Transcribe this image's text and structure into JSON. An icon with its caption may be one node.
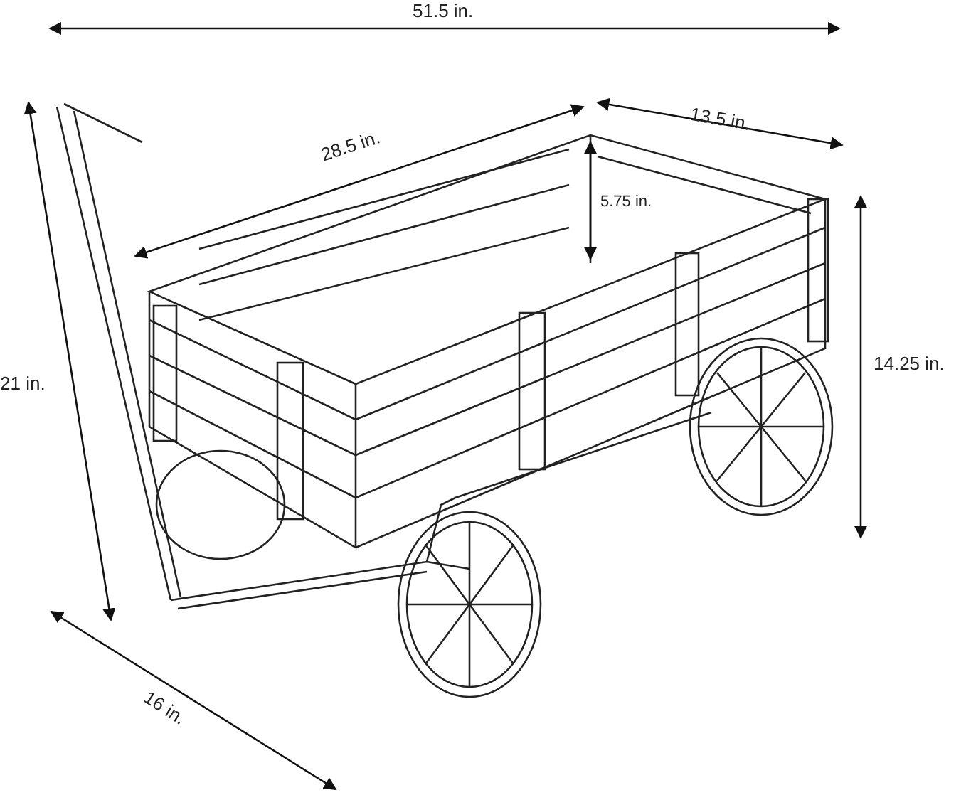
{
  "diagram": {
    "labels": [
      "51.5 in.",
      "13.5 in.",
      "28.5 in.",
      "5.75 in.",
      "21 in.",
      "14.25 in.",
      "16 in."
    ]
  }
}
